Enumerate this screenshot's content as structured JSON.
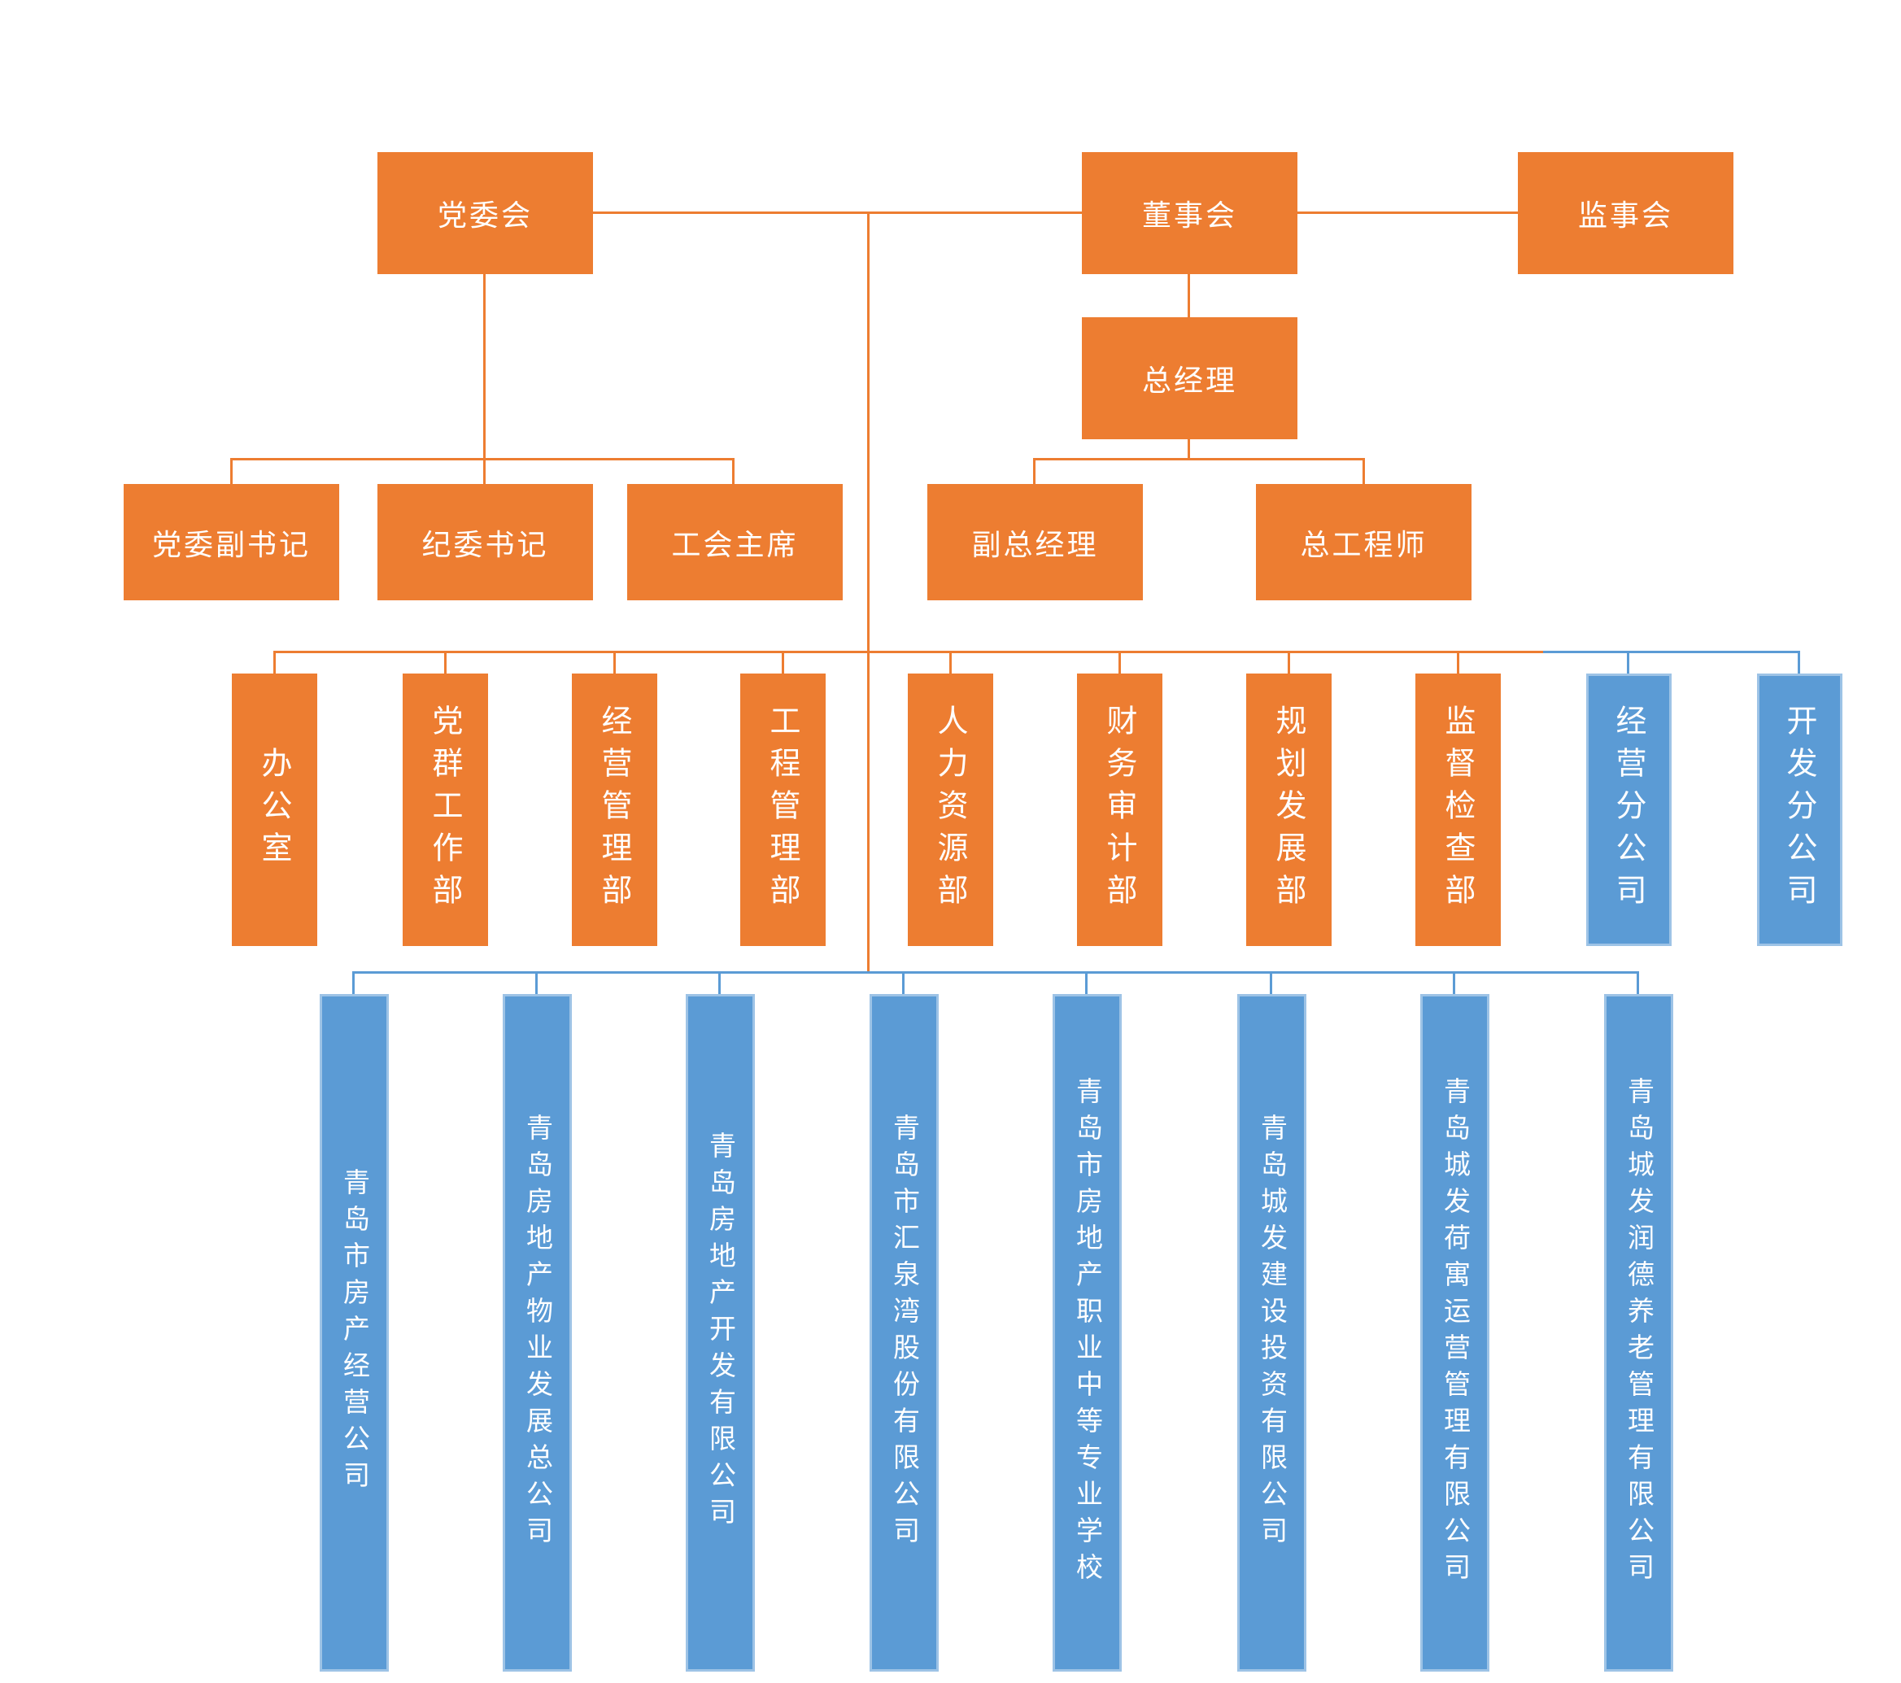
{
  "colors": {
    "orange": "#ED7D31",
    "blue": "#5B9BD5",
    "blue_border": "#9DC3E6",
    "text": "#FFFFFF",
    "background": "#FFFFFF"
  },
  "org": {
    "top": {
      "party_committee": "党委会",
      "board": "董事会",
      "supervisory_board": "监事会"
    },
    "general_manager": "总经理",
    "leaders": {
      "deputy_party_secretary": "党委副书记",
      "discipline_secretary": "纪委书记",
      "union_chairman": "工会主席",
      "deputy_general_manager": "副总经理",
      "chief_engineer": "总工程师"
    },
    "departments": [
      "办公室",
      "党群工作部",
      "经营管理部",
      "工程管理部",
      "人力资源部",
      "财务审计部",
      "规划发展部",
      "监督检查部"
    ],
    "branches": [
      "经营分公司",
      "开发分公司"
    ],
    "subsidiaries": [
      "青岛市房产经营公司",
      "青岛房地产物业发展总公司",
      "青岛房地产开发有限公司",
      "青岛市汇泉湾股份有限公司",
      "青岛市房地产职业中等专业学校",
      "青岛城发建设投资有限公司",
      "青岛城发荷寓运营管理有限公司",
      "青岛城发润德养老管理有限公司"
    ]
  }
}
